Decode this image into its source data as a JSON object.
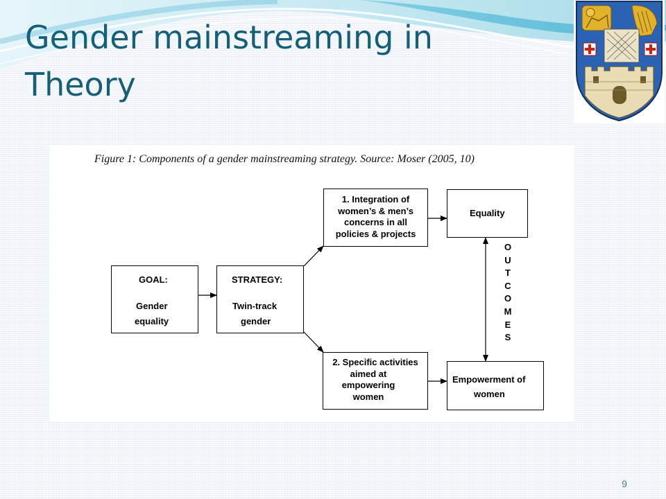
{
  "slide": {
    "title_line1": "Gender mainstreaming in",
    "title_line2": "Theory",
    "page_number": "9"
  },
  "colors": {
    "title": "#155f78",
    "wave_accent": "#6cc3dc",
    "crest_blue": "#2a62b4",
    "crest_gold": "#e3b22b"
  },
  "figure": {
    "caption": "Figure 1:   Components of a gender mainstreaming strategy. Source: Moser (2005, 10)",
    "goal": {
      "heading": "GOAL:",
      "line1": "Gender",
      "line2": "equality"
    },
    "strategy": {
      "heading": "STRATEGY:",
      "line1": "Twin-track",
      "line2": "gender"
    },
    "integration": {
      "lines": [
        "1. Integration of",
        "women’s & men’s",
        "concerns in all",
        "policies & projects"
      ]
    },
    "specific": {
      "lines": [
        "2. Specific activities",
        "aimed at",
        "empowering",
        "women"
      ]
    },
    "equality": {
      "label": "Equality"
    },
    "empowerment": {
      "line1": "Empowerment of",
      "line2": "women"
    },
    "outcomes_letters": [
      "O",
      "U",
      "T",
      "C",
      "O",
      "M",
      "E",
      "S"
    ]
  },
  "icons": {
    "crest": "trinity-college-crest-icon"
  }
}
